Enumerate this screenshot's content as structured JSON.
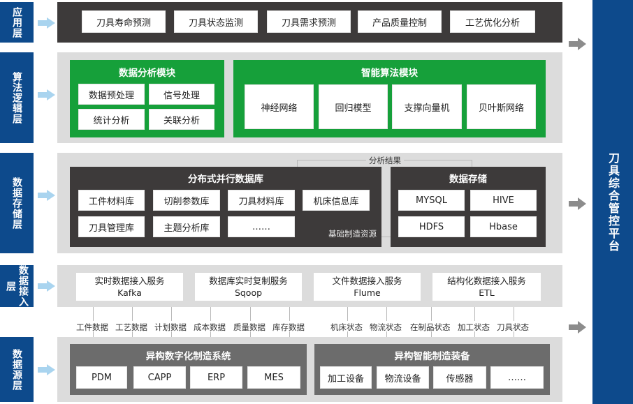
{
  "layers": {
    "application": "应用层",
    "algorithm": "算法逻辑层",
    "storage": "数据存储层",
    "access": "数据接入层",
    "source": "数据源层"
  },
  "platform": "刀具综合管控平台",
  "application": {
    "items": [
      "刀具寿命预测",
      "刀具状态监测",
      "刀具需求预测",
      "产品质量控制",
      "工艺优化分析"
    ]
  },
  "algorithm": {
    "analysis_module": {
      "title": "数据分析模块",
      "items": [
        "数据预处理",
        "信号处理",
        "统计分析",
        "关联分析"
      ]
    },
    "intelligent_module": {
      "title": "智能算法模块",
      "items": [
        "神经网络",
        "回归模型",
        "支撑向量机",
        "贝叶斯网络"
      ]
    }
  },
  "storage": {
    "result_label": "分析结果",
    "base_label": "基础制造资源",
    "distributed_db": {
      "title": "分布式并行数据库",
      "items": [
        "工件材料库",
        "切削参数库",
        "刀具材料库",
        "机床信息库",
        "刀具管理库",
        "主题分析库",
        "……"
      ]
    },
    "data_storage": {
      "title": "数据存储",
      "items": [
        "MYSQL",
        "HIVE",
        "HDFS",
        "Hbase"
      ]
    }
  },
  "access": {
    "services": [
      {
        "name": "实时数据接入服务",
        "tool": "Kafka"
      },
      {
        "name": "数据库实时复制服务",
        "tool": "Sqoop"
      },
      {
        "name": "文件数据接入服务",
        "tool": "Flume"
      },
      {
        "name": "结构化数据接入服务",
        "tool": "ETL"
      }
    ]
  },
  "flows": {
    "left": [
      "工件数据",
      "工艺数据",
      "计划数据",
      "成本数据",
      "质量数据",
      "库存数据"
    ],
    "right": [
      "机床状态",
      "物流状态",
      "在制品状态",
      "加工状态",
      "刀具状态"
    ]
  },
  "source": {
    "digital_system": {
      "title": "异构数字化制造系统",
      "items": [
        "PDM",
        "CAPP",
        "ERP",
        "MES"
      ]
    },
    "equipment": {
      "title": "异构智能制造装备",
      "items": [
        "加工设备",
        "物流设备",
        "传感器",
        "……"
      ]
    }
  }
}
